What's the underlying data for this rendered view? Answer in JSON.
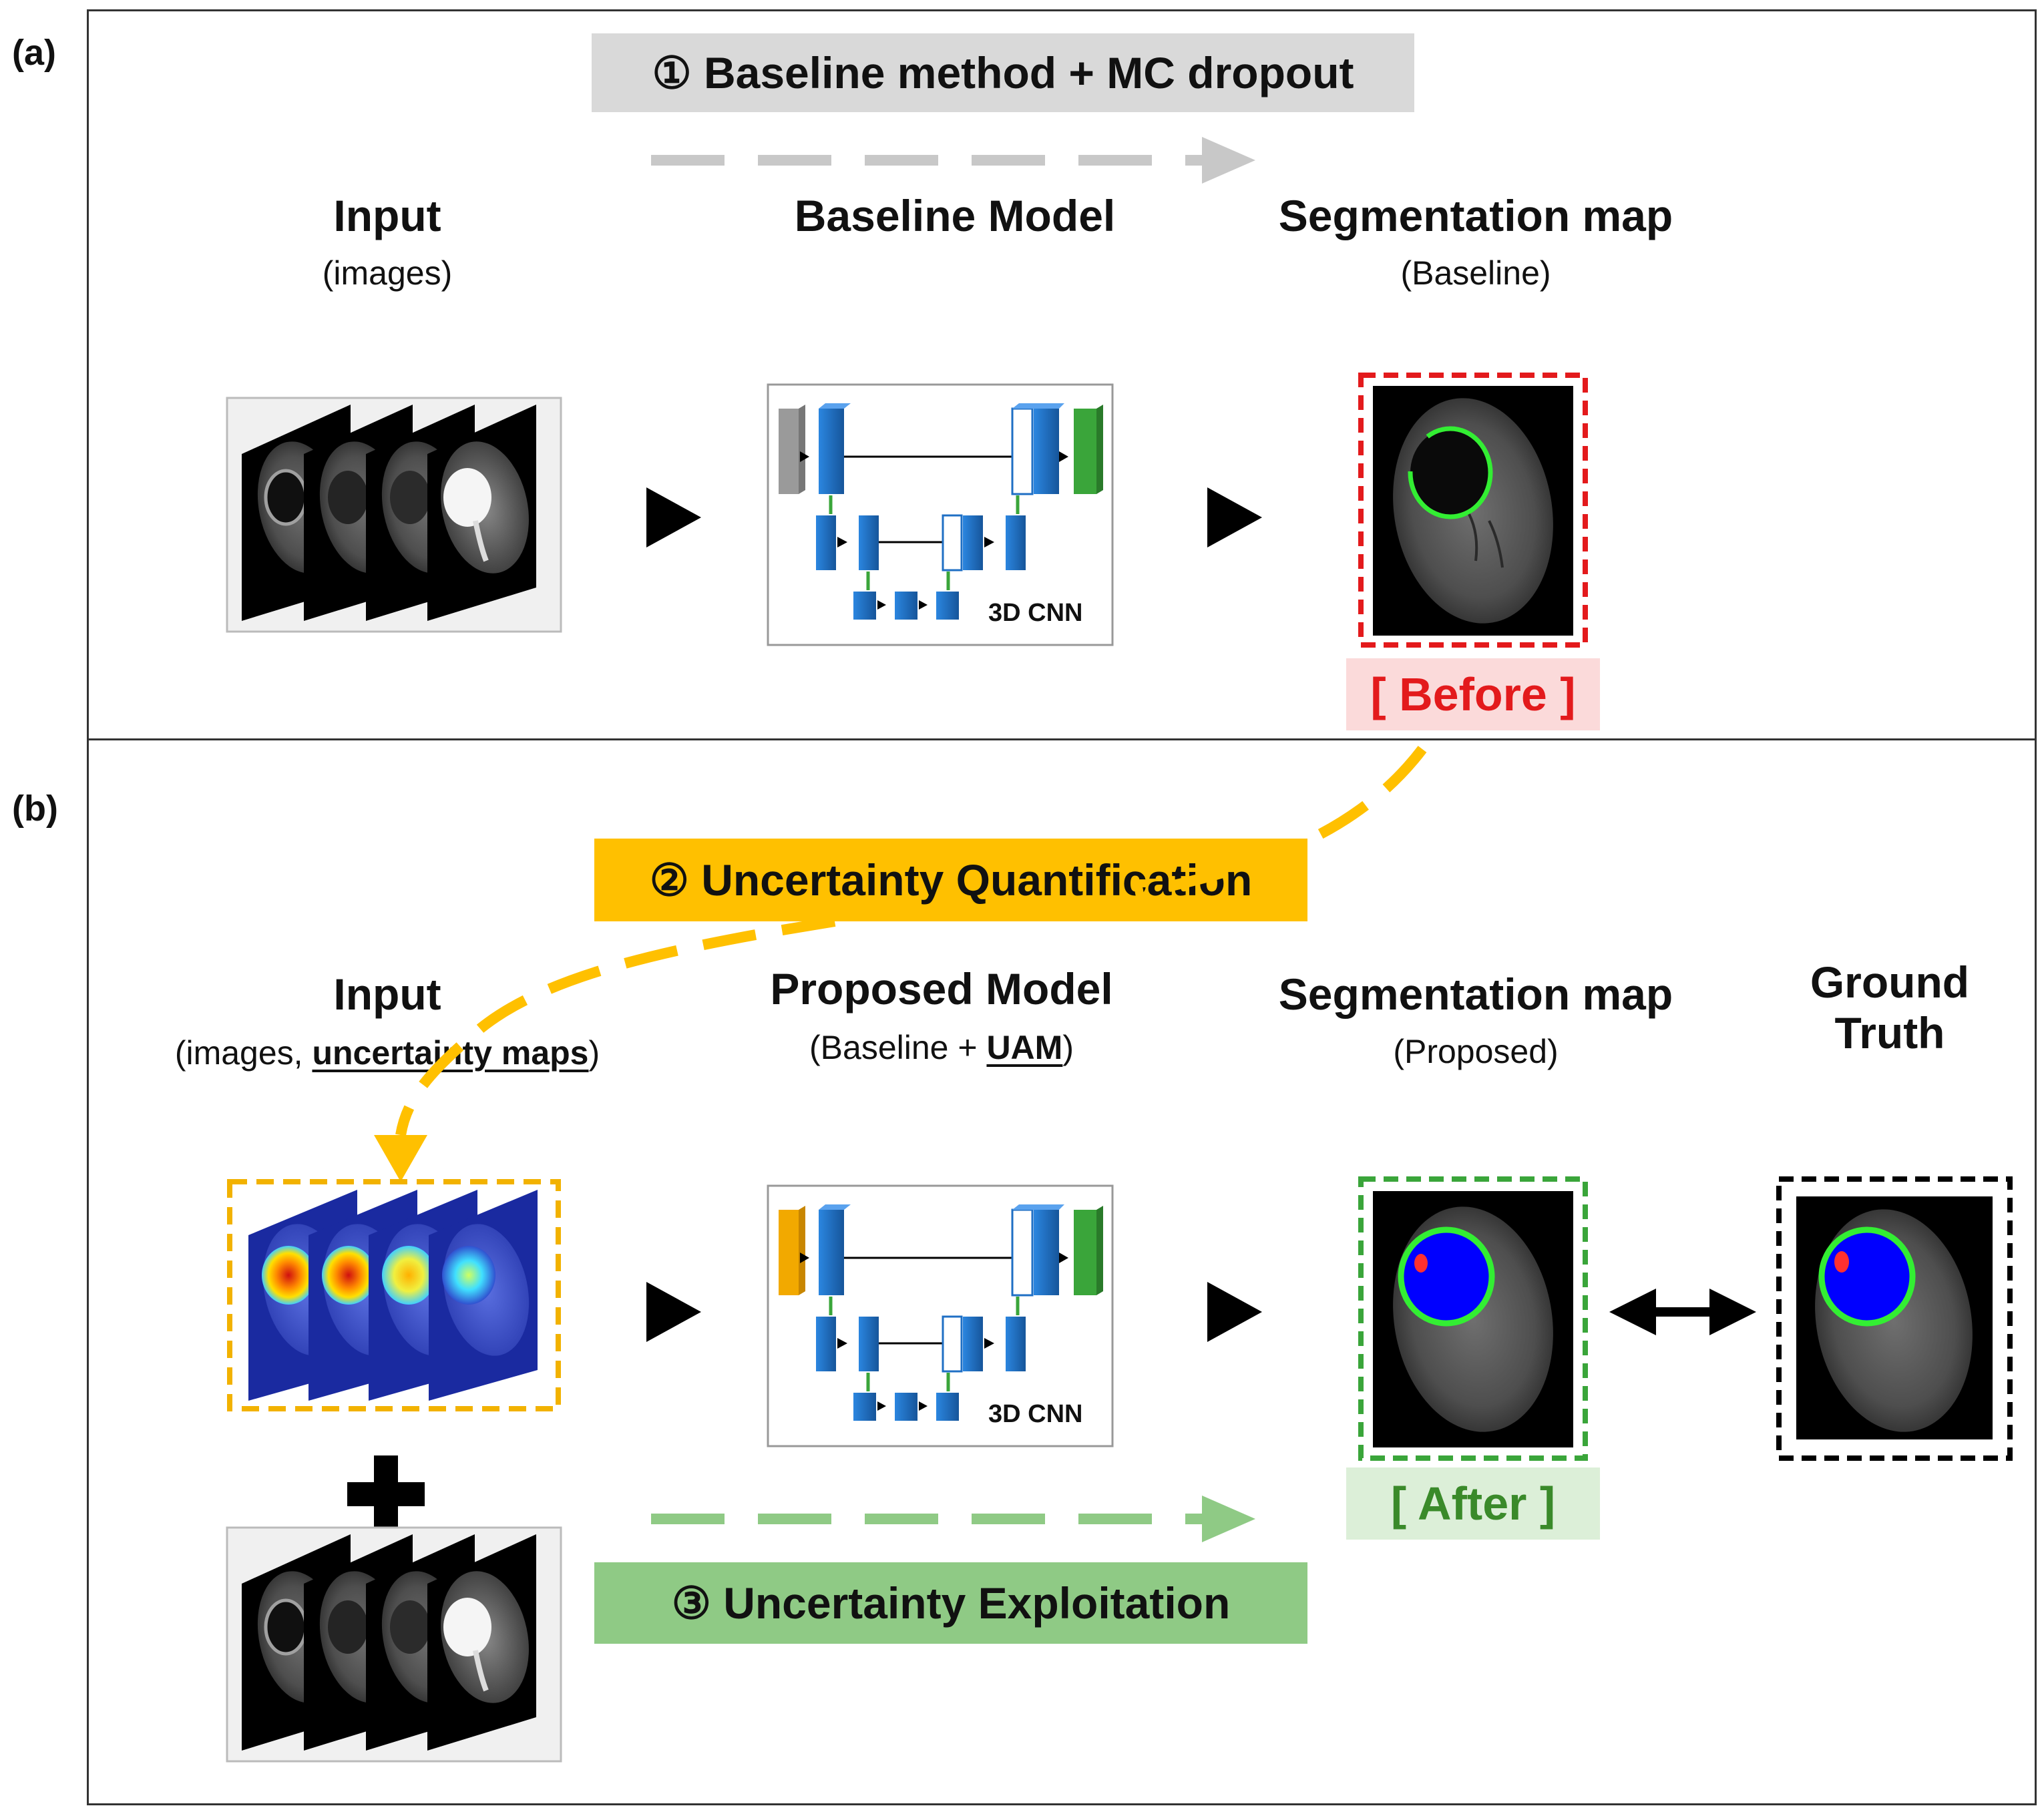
{
  "panels": {
    "a": {
      "label": "(a)"
    },
    "b": {
      "label": "(b)"
    }
  },
  "steps": {
    "step1": "① Baseline method + MC dropout",
    "step2": "② Uncertainty Quantification",
    "step3": "③ Uncertainty Exploitation"
  },
  "panel_a": {
    "input_title": "Input",
    "input_sub": "(images)",
    "model_title": "Baseline Model",
    "seg_title": "Segmentation map",
    "seg_sub": "(Baseline)",
    "network_label": "3D CNN",
    "before_tag": "[ Before ]"
  },
  "panel_b": {
    "input_title": "Input",
    "input_sub_prefix": "(images, ",
    "input_sub_emph": "uncertainty maps",
    "input_sub_suffix": ")",
    "model_title": "Proposed Model",
    "model_sub_prefix": "(Baseline + ",
    "model_sub_emph": "UAM",
    "model_sub_suffix": ")",
    "seg_title": "Segmentation map",
    "seg_sub": "(Proposed)",
    "gt_title_line1": "Ground",
    "gt_title_line2": "Truth",
    "network_label": "3D CNN",
    "after_tag": "[ After ]"
  },
  "colors": {
    "step1_bg": "#d9d9d9",
    "step2_bg": "#ffc000",
    "step3_bg": "#8fca85",
    "before_text": "#e31a1c",
    "before_bg": "#fbdada",
    "after_text": "#3a8a2a",
    "after_bg": "#dcefd8",
    "cnn_block": "#1f6fc4",
    "cnn_input_gray": "#9a9a9a",
    "cnn_input_orange": "#f2a900",
    "cnn_output_green": "#3aa53a",
    "seg_green": "#33ee33",
    "seg_blue": "#0000ff",
    "seg_red": "#ff3030"
  },
  "icons": {
    "forward_arrow": "triangle-right-icon",
    "plus": "plus-icon",
    "compare": "double-headed-arrow-icon"
  }
}
